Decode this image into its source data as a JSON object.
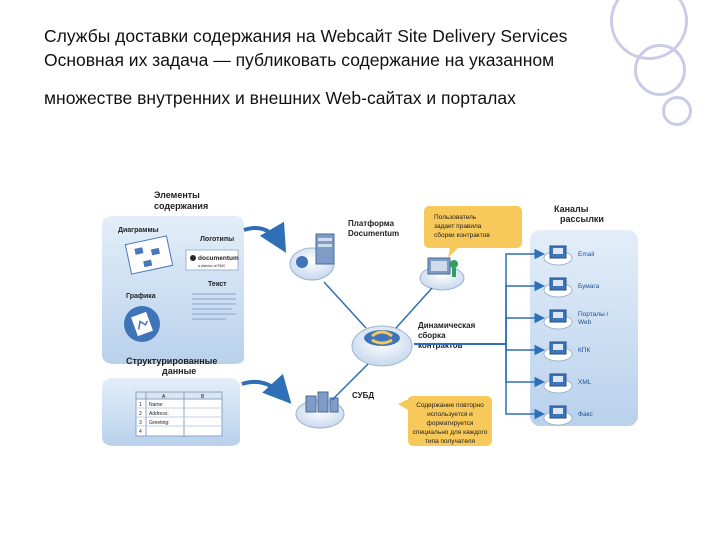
{
  "slide": {
    "title_line1": "Службы доставки содержания на Webсайт Site Delivery Services",
    "title_line2": "Основная их задача — публиковать содержание на указанном",
    "title_line3": "множестве внутренних и внешних Web-сайтах и порталах"
  },
  "diagram": {
    "content_elements_label": "Элементы содержания",
    "content_elements_line1": "Элементы",
    "content_elements_line2": "содержания",
    "diagrams_label": "Диаграммы",
    "templates_label": "Логотипы",
    "documentum_logo": "documentum",
    "documentum_sub": "a division of EMC",
    "text_label": "Текст",
    "graphics_label": "Графика",
    "structured_line1": "Структурированные",
    "structured_line2": "данные",
    "sheet_col_a": "A",
    "sheet_col_b": "B",
    "sheet_rows": [
      "1",
      "2",
      "3",
      "4"
    ],
    "sheet_cells": [
      "Name:",
      "Address:",
      "Greeting:",
      ""
    ],
    "platform_line1": "Платформа",
    "platform_line2": "Documentum",
    "user_bubble_line1": "Пользователь",
    "user_bubble_line2": "задает правила",
    "user_bubble_line3": "сборки контрактов",
    "assembly_line1": "Динамическая",
    "assembly_line2": "сборка",
    "assembly_line3": "контрактов",
    "dbms_label": "СУБД",
    "reuse_line1": "Содержание повторно",
    "reuse_line2": "используется и",
    "reuse_line3": "форматируется",
    "reuse_line4": "специально для каждого",
    "reuse_line5": "типа получателя",
    "channels_line1": "Каналы",
    "channels_line2": "рассылки",
    "channels": [
      {
        "label": "Email",
        "icon": "email-icon"
      },
      {
        "label": "Бумага",
        "icon": "paper-icon"
      },
      {
        "label": "Порталы / Web",
        "icon": "web-portal-icon"
      },
      {
        "label": "КПК",
        "icon": "pda-icon"
      },
      {
        "label": "XML",
        "icon": "xml-icon"
      },
      {
        "label": "Факс",
        "icon": "fax-icon"
      }
    ],
    "colors": {
      "panel": "#cfe0f2",
      "panel_dark": "#3f74b8",
      "bubble": "#f7c85a",
      "arrow": "#2e6fb7",
      "blue_text": "#1f4e96"
    }
  }
}
